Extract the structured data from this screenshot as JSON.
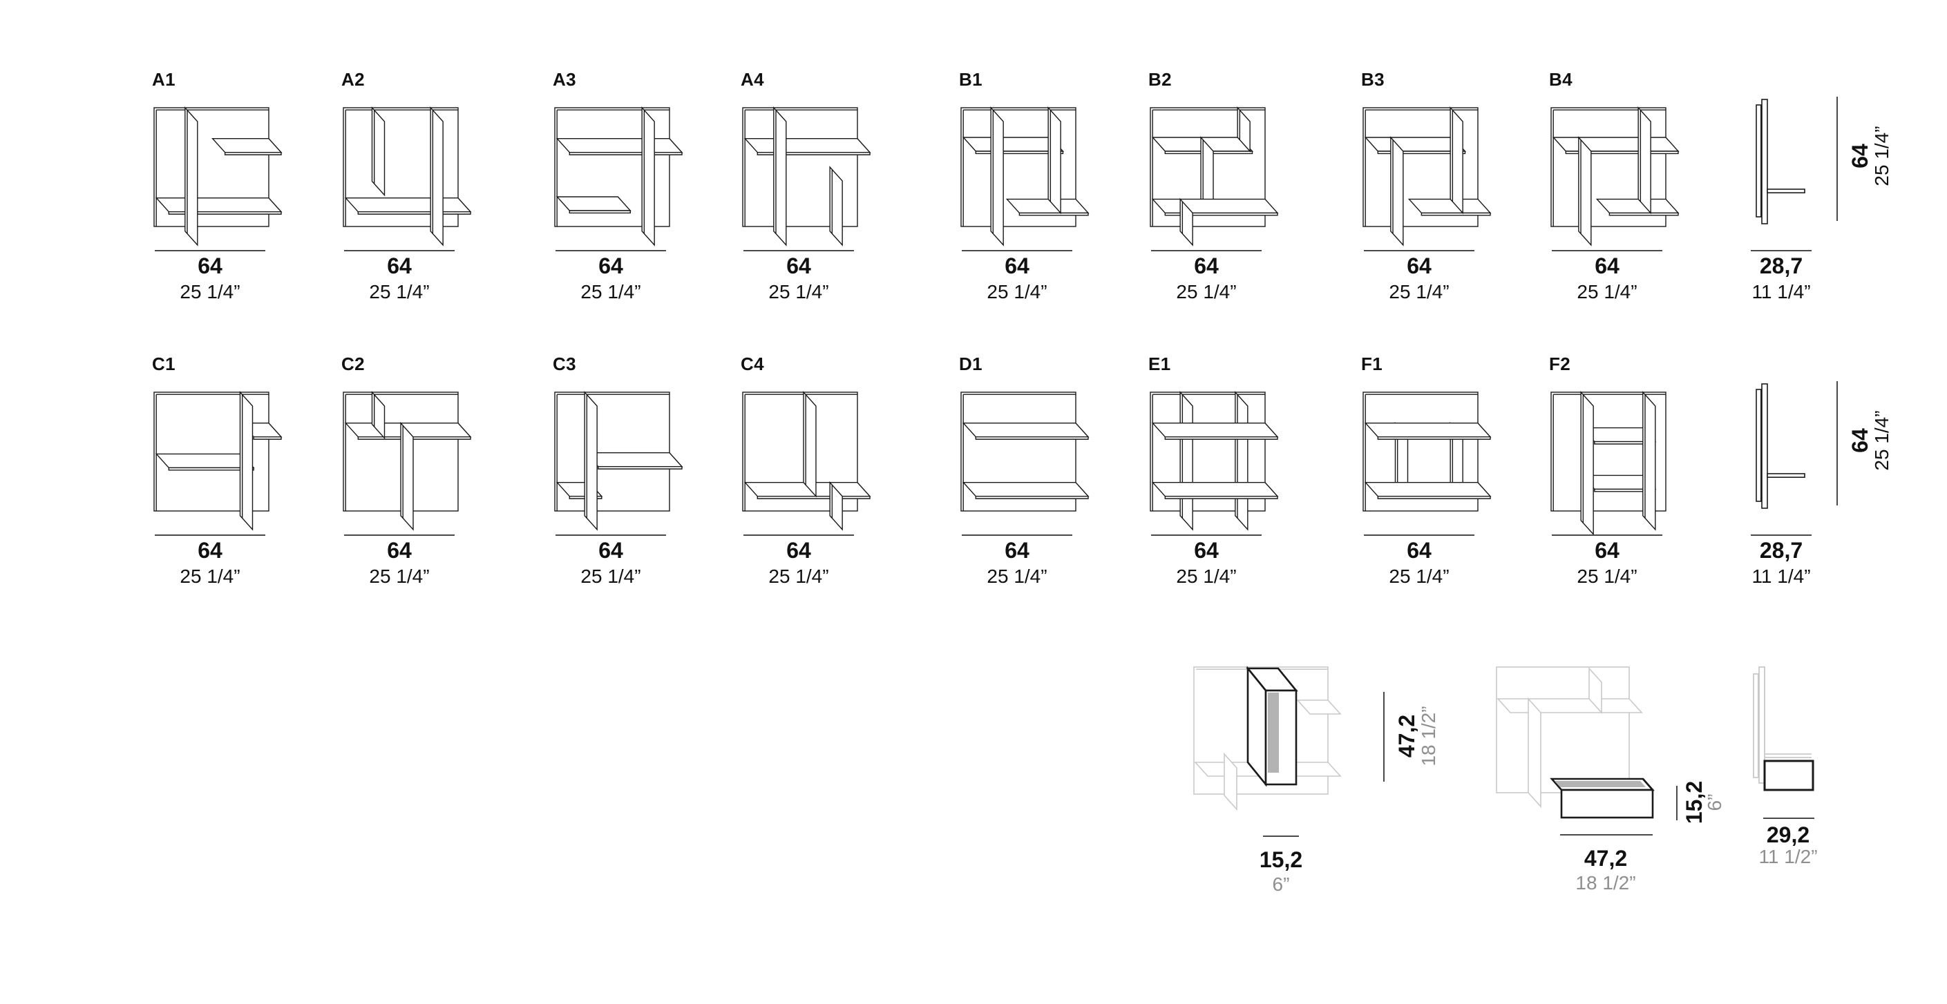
{
  "sheet_name": "shelving-units-dimension-sheet",
  "colors": {
    "background": "#ffffff",
    "line": "#1a1a1a",
    "dim_line": "#4a4a4a",
    "gray_line": "#c9c9c9",
    "gray_text": "#8f8f8f",
    "gray_fill": "#b3b3b3"
  },
  "rows": [
    {
      "name": "row-a-b",
      "units": [
        {
          "id": "A1",
          "label": "A1",
          "dim_cm": "64",
          "dim_in": "25 1/4”",
          "parts": [
            {
              "t": "shelf",
              "y": 0.76,
              "x1": 0.02,
              "x2": 1.0
            },
            {
              "t": "shelf",
              "y": 0.26,
              "x1": 0.51,
              "x2": 1.0
            },
            {
              "t": "div",
              "x": 0.27,
              "y1": 0,
              "y2": 1.04
            }
          ]
        },
        {
          "id": "A2",
          "label": "A2",
          "dim_cm": "64",
          "dim_in": "25 1/4”",
          "parts": [
            {
              "t": "shelf",
              "y": 0.76,
              "x1": 0.02,
              "x2": 1.0
            },
            {
              "t": "div",
              "x": 0.25,
              "y1": 0,
              "y2": 0.62
            },
            {
              "t": "div",
              "x": 0.76,
              "y1": 0,
              "y2": 1.04
            }
          ]
        },
        {
          "id": "A3",
          "label": "A3",
          "dim_cm": "64",
          "dim_in": "25 1/4”",
          "parts": [
            {
              "t": "shelf",
              "y": 0.26,
              "x1": 0.02,
              "x2": 1.0
            },
            {
              "t": "shelf",
              "y": 0.75,
              "x1": 0.02,
              "x2": 0.55
            },
            {
              "t": "div",
              "x": 0.76,
              "y1": 0,
              "y2": 1.04
            }
          ]
        },
        {
          "id": "A4",
          "label": "A4",
          "dim_cm": "64",
          "dim_in": "25 1/4”",
          "parts": [
            {
              "t": "shelf",
              "y": 0.26,
              "x1": 0.02,
              "x2": 1.0
            },
            {
              "t": "div",
              "x": 0.27,
              "y1": 0,
              "y2": 1.04
            },
            {
              "t": "div",
              "x": 0.76,
              "y1": 0.5,
              "y2": 1.04
            }
          ]
        },
        {
          "id": "B1",
          "label": "B1",
          "dim_cm": "64",
          "dim_in": "25 1/4”",
          "parts": [
            {
              "t": "shelf",
              "y": 0.25,
              "x1": 0.02,
              "x2": 0.78
            },
            {
              "t": "shelf",
              "y": 0.77,
              "x1": 0.4,
              "x2": 1.0
            },
            {
              "t": "div",
              "x": 0.26,
              "y1": 0,
              "y2": 1.04
            },
            {
              "t": "div",
              "x": 0.76,
              "y1": 0,
              "y2": 0.77
            }
          ]
        },
        {
          "id": "B2",
          "label": "B2",
          "dim_cm": "64",
          "dim_in": "25 1/4”",
          "parts": [
            {
              "t": "shelf",
              "y": 0.25,
              "x1": 0.02,
              "x2": 0.78
            },
            {
              "t": "div",
              "x": 0.76,
              "y1": 0,
              "y2": 0.25
            },
            {
              "t": "div",
              "x": 0.44,
              "y1": 0.25,
              "y2": 0.77
            },
            {
              "t": "shelf",
              "y": 0.77,
              "x1": 0.02,
              "x2": 1.0
            },
            {
              "t": "div",
              "x": 0.26,
              "y1": 0.77,
              "y2": 1.04
            }
          ]
        },
        {
          "id": "B3",
          "label": "B3",
          "dim_cm": "64",
          "dim_in": "25 1/4”",
          "parts": [
            {
              "t": "shelf",
              "y": 0.25,
              "x1": 0.02,
              "x2": 0.78
            },
            {
              "t": "shelf",
              "y": 0.77,
              "x1": 0.4,
              "x2": 1.0
            },
            {
              "t": "div",
              "x": 0.24,
              "y1": 0.25,
              "y2": 1.04
            },
            {
              "t": "div",
              "x": 0.76,
              "y1": 0,
              "y2": 0.77
            }
          ]
        },
        {
          "id": "B4",
          "label": "B4",
          "dim_cm": "64",
          "dim_in": "25 1/4”",
          "parts": [
            {
              "t": "shelf",
              "y": 0.25,
              "x1": 0.02,
              "x2": 1.0
            },
            {
              "t": "shelf",
              "y": 0.77,
              "x1": 0.4,
              "x2": 1.0
            },
            {
              "t": "div",
              "x": 0.24,
              "y1": 0.25,
              "y2": 1.04
            },
            {
              "t": "div",
              "x": 0.76,
              "y1": 0,
              "y2": 0.77
            }
          ]
        }
      ],
      "side": {
        "height_cm": "64",
        "height_in": "25 1/4”",
        "width_cm": "28,7",
        "width_in": "11 1/4”"
      }
    },
    {
      "name": "row-c-f",
      "units": [
        {
          "id": "C1",
          "label": "C1",
          "dim_cm": "64",
          "dim_in": "25 1/4”",
          "parts": [
            {
              "t": "shelf",
              "y": 0.26,
              "x1": 0.76,
              "x2": 1.0
            },
            {
              "t": "shelf",
              "y": 0.52,
              "x1": 0.02,
              "x2": 0.76
            },
            {
              "t": "div",
              "x": 0.75,
              "y1": 0,
              "y2": 1.04
            }
          ]
        },
        {
          "id": "C2",
          "label": "C2",
          "dim_cm": "64",
          "dim_in": "25 1/4”",
          "parts": [
            {
              "t": "shelf",
              "y": 0.26,
              "x1": 0.02,
              "x2": 1.0
            },
            {
              "t": "div",
              "x": 0.25,
              "y1": 0,
              "y2": 0.27
            },
            {
              "t": "div",
              "x": 0.5,
              "y1": 0.26,
              "y2": 1.04
            }
          ]
        },
        {
          "id": "C3",
          "label": "C3",
          "dim_cm": "64",
          "dim_in": "25 1/4”",
          "parts": [
            {
              "t": "shelf",
              "y": 0.51,
              "x1": 0.27,
              "x2": 1.0
            },
            {
              "t": "shelf",
              "y": 0.76,
              "x1": 0.02,
              "x2": 0.3
            },
            {
              "t": "div",
              "x": 0.26,
              "y1": 0,
              "y2": 1.04
            }
          ]
        },
        {
          "id": "C4",
          "label": "C4",
          "dim_cm": "64",
          "dim_in": "25 1/4”",
          "parts": [
            {
              "t": "shelf",
              "y": 0.76,
              "x1": 0.02,
              "x2": 1.0
            },
            {
              "t": "div",
              "x": 0.53,
              "y1": 0,
              "y2": 0.76
            },
            {
              "t": "div",
              "x": 0.76,
              "y1": 0.76,
              "y2": 1.04
            }
          ]
        },
        {
          "id": "D1",
          "label": "D1",
          "dim_cm": "64",
          "dim_in": "25 1/4”",
          "parts": [
            {
              "t": "shelf",
              "y": 0.26,
              "x1": 0.02,
              "x2": 1.0
            },
            {
              "t": "shelf",
              "y": 0.76,
              "x1": 0.02,
              "x2": 1.0
            }
          ]
        },
        {
          "id": "E1",
          "label": "E1",
          "dim_cm": "64",
          "dim_in": "25 1/4”",
          "parts": [
            {
              "t": "div",
              "x": 0.26,
              "y1": 0,
              "y2": 1.04
            },
            {
              "t": "div",
              "x": 0.74,
              "y1": 0,
              "y2": 1.04
            },
            {
              "t": "shelf",
              "y": 0.26,
              "x1": 0.02,
              "x2": 1.0
            },
            {
              "t": "shelf",
              "y": 0.76,
              "x1": 0.02,
              "x2": 1.0
            }
          ]
        },
        {
          "id": "F1",
          "label": "F1",
          "dim_cm": "64",
          "dim_in": "25 1/4”",
          "parts": [
            {
              "t": "div",
              "x": 0.28,
              "y1": 0.26,
              "y2": 0.76
            },
            {
              "t": "div",
              "x": 0.76,
              "y1": 0.26,
              "y2": 0.76
            },
            {
              "t": "shelf",
              "y": 0.26,
              "x1": 0.02,
              "x2": 1.0
            },
            {
              "t": "shelf",
              "y": 0.76,
              "x1": 0.02,
              "x2": 1.0
            }
          ]
        },
        {
          "id": "F2",
          "label": "F2",
          "dim_cm": "64",
          "dim_in": "25 1/4”",
          "parts": [
            {
              "t": "shelf",
              "y": 0.3,
              "x1": 0.27,
              "x2": 0.8
            },
            {
              "t": "shelf",
              "y": 0.7,
              "x1": 0.27,
              "x2": 0.8
            },
            {
              "t": "div",
              "x": 0.26,
              "y1": 0,
              "y2": 1.08
            },
            {
              "t": "div",
              "x": 0.8,
              "y1": 0,
              "y2": 1.04
            }
          ]
        }
      ],
      "side": {
        "height_cm": "64",
        "height_in": "25 1/4”",
        "width_cm": "28,7",
        "width_in": "11 1/4”"
      }
    }
  ],
  "details": [
    {
      "id": "vertical-compartment",
      "height_cm": "47,2",
      "height_in": "18 1/2”",
      "width_cm": "15,2",
      "width_in": "6”"
    },
    {
      "id": "drawer-box",
      "height_cm": "15,2",
      "height_in": "6”",
      "width_cm": "47,2",
      "width_in": "18 1/2”"
    },
    {
      "id": "drawer-side-view",
      "width_cm": "29,2",
      "width_in": "11 1/2”"
    }
  ]
}
